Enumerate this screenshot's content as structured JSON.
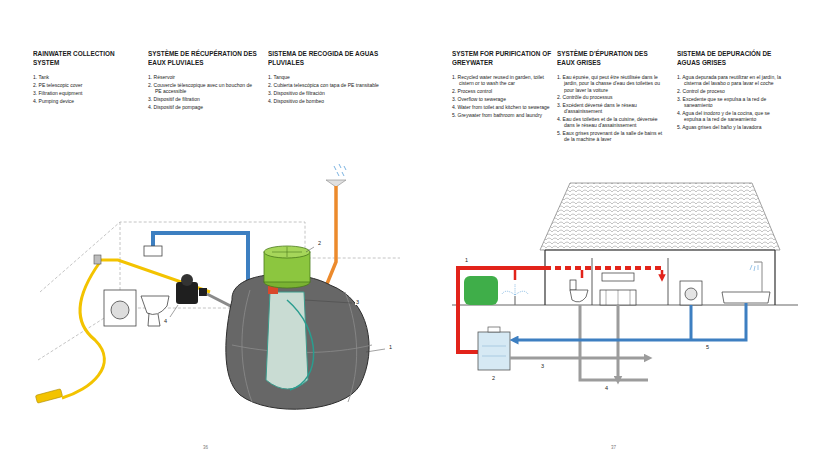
{
  "diagram": {
    "labels": [
      "RAINWATER COLLECTION SYSTEM",
      "1. Tank",
      "2. PE telescopic cover",
      "3. Filtration equipment",
      "4. Pumping device",
      "SYSTÈME DE RÉCUPÉRATION DES EAUX PLUVIALES",
      "1. Réservoir",
      "2. Couvercle télescopique avec un bouchon de PE accessible",
      "3. Dispositif de filtration",
      "4. Dispositif de pompage",
      "SISTEMA DE RECOGIDA DE AGUAS PLUVIALES",
      "1. Tanque",
      "2. Cubierta telescópica con tapa de PE transitable",
      "3. Dispositivo de filtración",
      "4. Dispositivo de bombeo",
      "1",
      "2",
      "3",
      "4",
      "36",
      "SYSTEM FOR PURIFICATION OF GREYWATER",
      "1. Recycled water reused in garden, toilet cistern or to wash the car",
      "2. Process control",
      "3. Overflow to sewerage",
      "4. Water from toilet and kitchen to sewerage",
      "5. Greywater from bathroom and laundry",
      "SYSTÈME D'ÉPURATION DES EAUX GRISES",
      "1. Eau épurée, qui peut être réutilisée dans le jardin, pour la chasse d'eau des toilettes ou pour laver la voiture",
      "2. Contrôle du processus",
      "3. Excédent déversé dans le réseau d'assainissement",
      "4. Eau des toilettes et de la cuisine, déversée dans le réseau d'assainissement",
      "5. Eaux grises provenant de la salle de bains et de la machine à laver",
      "SISTEMA DE DEPURACIÓN DE AGUAS GRISES",
      "1. Agua depurada para reutilizar en el jardín, la cisterna del lavabo o para lavar el coche",
      "2. Control de proceso",
      "3. Excedente que se expulsa a la red de saneamiento",
      "4. Agua del inodoro y de la cocina, que se expulsa a la red de saneamiento",
      "5. Aguas grises del baño y la lavadora",
      "1",
      "2",
      "3",
      "4",
      "5",
      "37"
    ]
  }
}
